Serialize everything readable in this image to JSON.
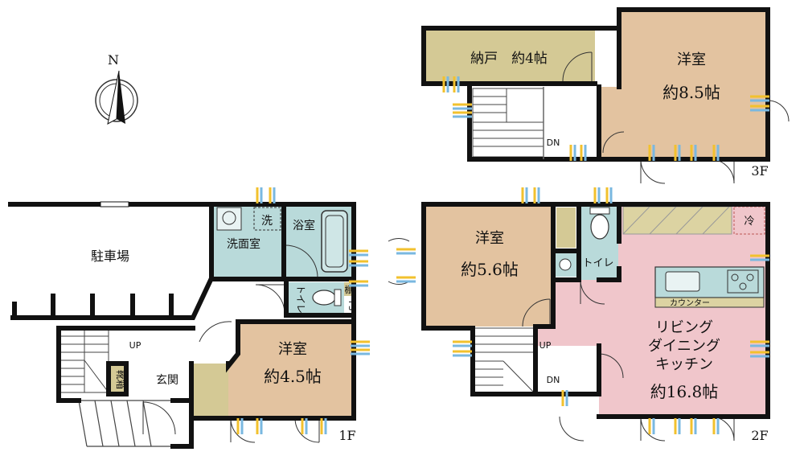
{
  "compass": {
    "north": "N"
  },
  "floors": {
    "f1": {
      "label": "1F",
      "parking": "駐車場",
      "washroom": "洗面室",
      "washer": "洗",
      "bath": "浴室",
      "toilet": "トイレ",
      "shelf": "棚",
      "ps": "PS",
      "shoe_box": "靴箱",
      "entrance": "玄関",
      "stairs_up": "UP",
      "room_name": "洋室",
      "room_size": "約4.5帖"
    },
    "f2": {
      "label": "2F",
      "room_name": "洋室",
      "room_size": "約5.6帖",
      "toilet": "トイレ",
      "fridge": "冷",
      "counter": "カウンター",
      "ldk_line1": "リビング",
      "ldk_line2": "ダイニング",
      "ldk_line3": "キッチン",
      "ldk_size": "約16.8帖",
      "stairs_up": "UP",
      "stairs_dn": "DN"
    },
    "f3": {
      "label": "3F",
      "storage": "納戸　約4帖",
      "room_name": "洋室",
      "room_size": "約8.5帖",
      "stairs_dn": "DN"
    }
  },
  "colors": {
    "wall": "#111111",
    "room_tan": "#e3c3a0",
    "storage": "#d4c995",
    "wet_area": "#b9dada",
    "ldk_pink": "#f0c6cb",
    "kitchen_cab": "#dcd3a2",
    "window_blue": "#7ab8e0",
    "window_yellow": "#f2c12e"
  }
}
